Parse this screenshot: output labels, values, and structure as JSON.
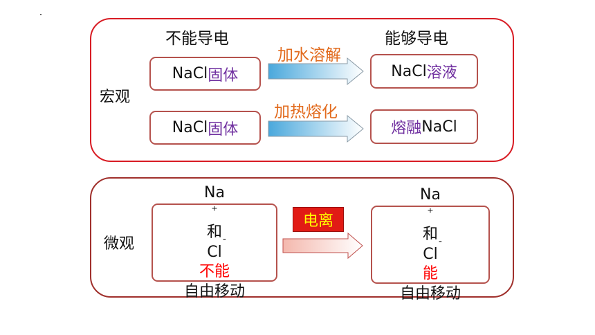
{
  "macro": {
    "label": "宏观",
    "left_heading": "不能导电",
    "right_heading": "能够导电",
    "row1": {
      "from_formula": "NaCl",
      "from_state": "固体",
      "process": "加水溶解",
      "to_formula": "NaCl",
      "to_state": "溶液"
    },
    "row2": {
      "from_formula": "NaCl",
      "from_state": "固体",
      "process": "加热熔化",
      "to_prefix": "熔融",
      "to_formula": "NaCl"
    }
  },
  "micro": {
    "label": "微观",
    "process": "电离",
    "left": {
      "na": "Na",
      "na_charge": "+",
      "and": "和",
      "cl": "Cl",
      "cl_charge": "-",
      "ability": "不能",
      "action": "自由移动"
    },
    "right": {
      "na": "Na",
      "na_charge": "+",
      "and": "和",
      "cl": "Cl",
      "cl_charge": "-",
      "ability": "能",
      "action": "自由移动"
    }
  },
  "colors": {
    "macro_border": "#d81c24",
    "micro_border": "#a0302c",
    "state_text": "#7030a0",
    "process_text": "#e26b1e",
    "ability_text": "#ff0000",
    "badge_fill": "#e11b15",
    "badge_text": "#ffff00",
    "macro_arrow": "#4aa8dc",
    "micro_arrow": "#f4b8ad"
  }
}
